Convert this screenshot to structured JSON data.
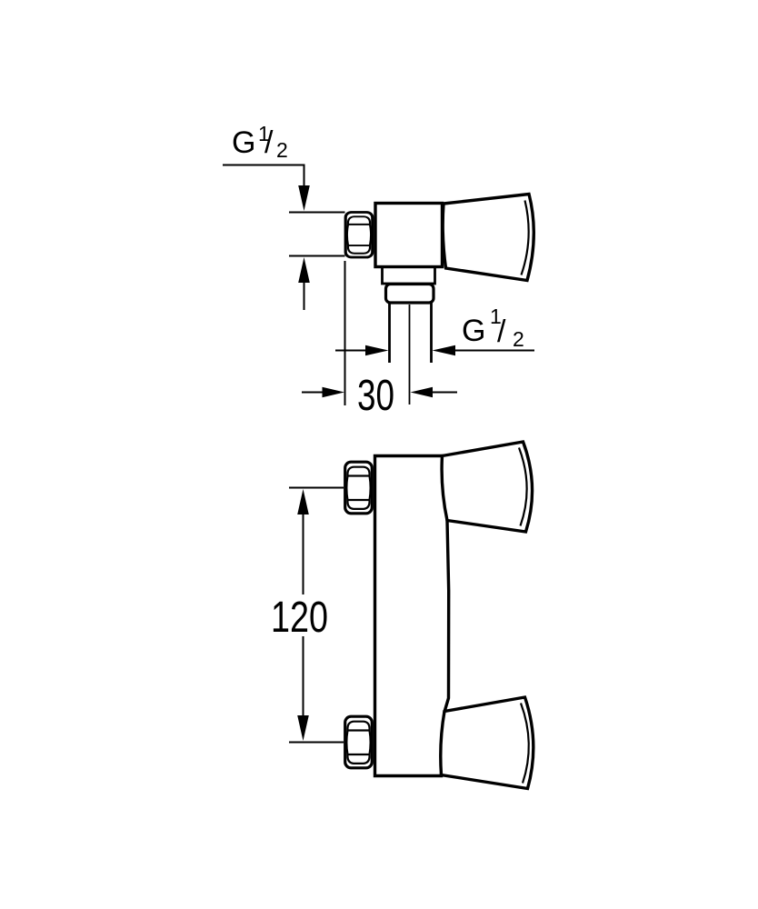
{
  "diagram": {
    "description": "Shower fitting technical dimension drawing: side view (top) and front view (bottom)",
    "colors": {
      "line": "#000000",
      "background": "#ffffff"
    },
    "labels": {
      "inlet_thread": {
        "prefix": "G",
        "numerator": "1",
        "slash": "/",
        "denominator": "2"
      },
      "outlet_thread": {
        "prefix": "G",
        "numerator": "1",
        "slash": "/",
        "denominator": "2"
      },
      "offset_mm": "30",
      "center_distance_mm": "120"
    }
  }
}
